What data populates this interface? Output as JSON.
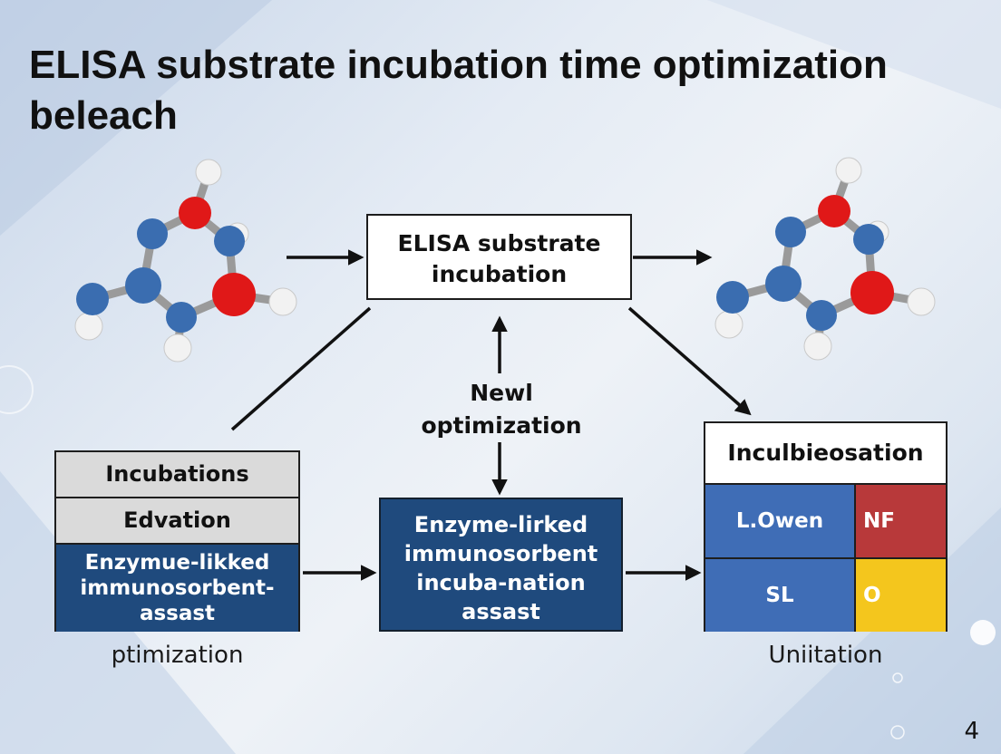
{
  "title": "ELISA substrate incubation time optimization beleach",
  "center_box": {
    "line1": "ELISA substrate",
    "line2": "incubation"
  },
  "center_label": {
    "line1": "Newl",
    "line2": "optimization"
  },
  "left_stack": {
    "row1": "Incubations",
    "row2": "Edvation",
    "row3_line1": "Enzymue-likked",
    "row3_line2": "immunosorbent-",
    "row3_line3": "assast"
  },
  "mid_box": {
    "line1": "Enzyme-lirked",
    "line2": "immunosorbent",
    "line3": "incuba-nation",
    "line4": "assast"
  },
  "right_box": {
    "header": "Inculbieosation",
    "cells": [
      "L.Owen",
      "NF",
      "SL",
      "O"
    ]
  },
  "captions": {
    "left": "ptimization",
    "right": "Uniitation"
  },
  "page_number": "4",
  "colors": {
    "navy_box": "#1f4a7d",
    "blue_cell": "#3f6db6",
    "red_cell": "#b8393a",
    "yellow_cell": "#f4c61d",
    "atom_carbon": "#3a6db0",
    "atom_oxygen": "#e01818",
    "atom_hydrogen": "#f2f2f2"
  }
}
